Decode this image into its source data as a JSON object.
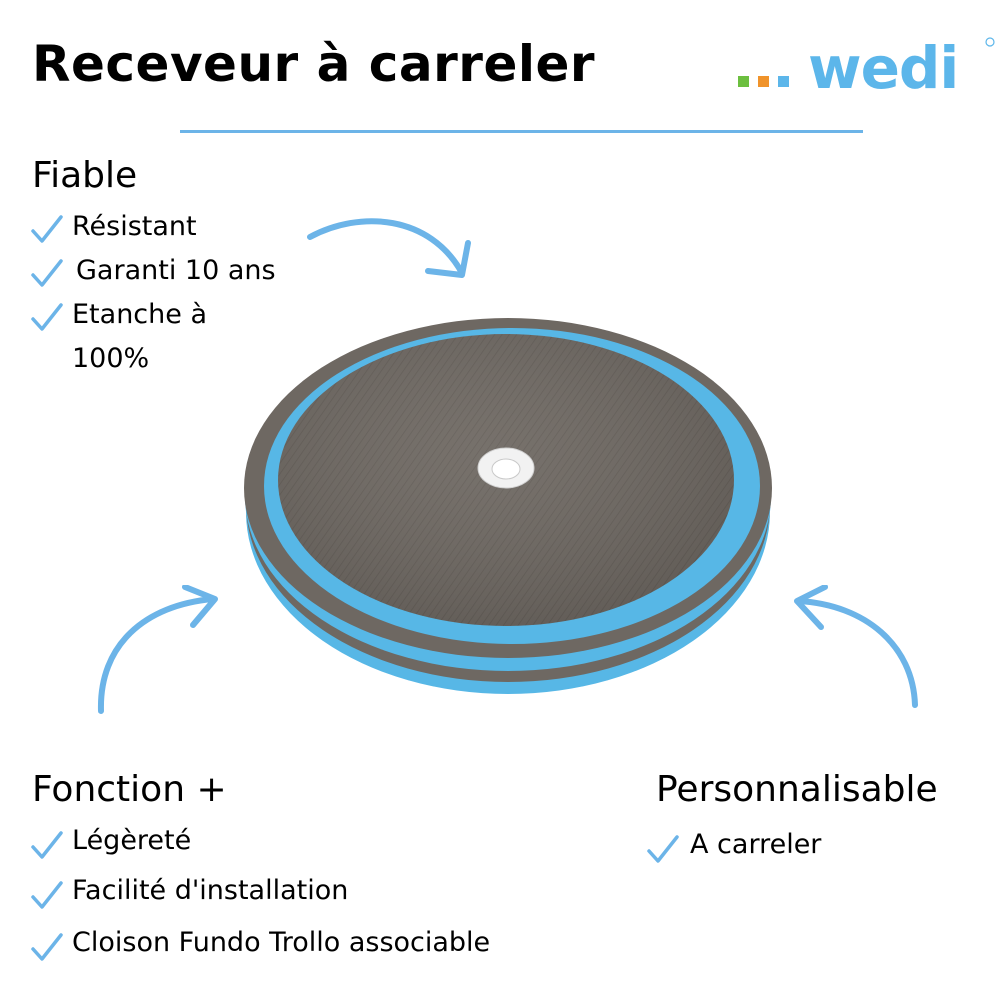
{
  "header": {
    "title": "Receveur à carreler",
    "logo_text": "wedi",
    "accent_color": "#6cb4e8"
  },
  "sections": {
    "fiable": {
      "heading": "Fiable",
      "items": [
        "Résistant",
        "Garanti 10 ans",
        "Etanche à",
        "100%"
      ]
    },
    "fonction": {
      "heading": "Fonction +",
      "items": [
        "Légèreté",
        "Facilité d'installation",
        "Cloison Fundo Trollo associable"
      ]
    },
    "personnalisable": {
      "heading": "Personnalisable",
      "items": [
        "A carreler"
      ]
    }
  },
  "icons": {
    "check": "checkmark-icon",
    "arrow": "curved-arrow-icon"
  },
  "colors": {
    "check": "#6cb4e8",
    "tray_top": "#6e6862",
    "tray_edge": "#57b7e6",
    "logo_green": "#6cbf3f",
    "logo_orange": "#f0932b",
    "logo_blue": "#5cb6ea"
  }
}
